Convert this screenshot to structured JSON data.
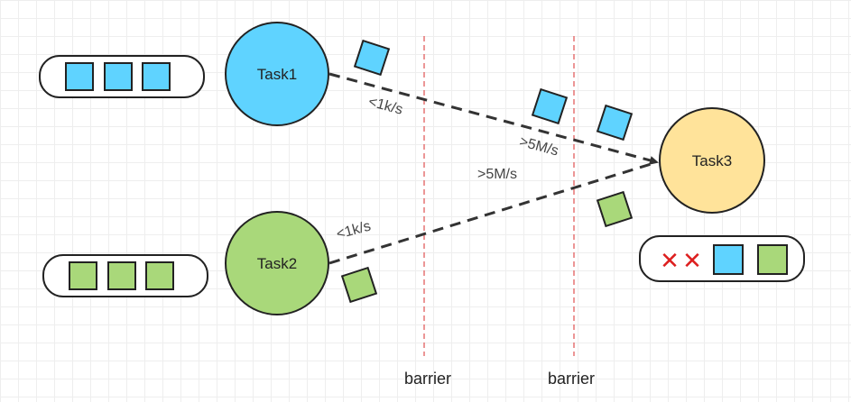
{
  "nodes": {
    "task1": {
      "label": "Task1",
      "fill": "#5fd3ff"
    },
    "task2": {
      "label": "Task2",
      "fill": "#a9d87a"
    },
    "task3": {
      "label": "Task3",
      "fill": "#ffe39a"
    }
  },
  "edges": {
    "task1_slow_rate": "<1k/s",
    "task1_fast_rate": ">5M/s",
    "task2_slow_rate": "<1k/s",
    "task2_fast_rate": ">5M/s"
  },
  "barriers": [
    {
      "label": "barrier",
      "color": "#e05050"
    },
    {
      "label": "barrier",
      "color": "#e05050"
    }
  ],
  "task3_buffer": {
    "discarded_marks": [
      "✕",
      "✕"
    ],
    "discarded_color": "#dd1f1f"
  },
  "colors": {
    "blue_record": "#5fd3ff",
    "green_record": "#a9d87a",
    "stroke": "#222222"
  }
}
